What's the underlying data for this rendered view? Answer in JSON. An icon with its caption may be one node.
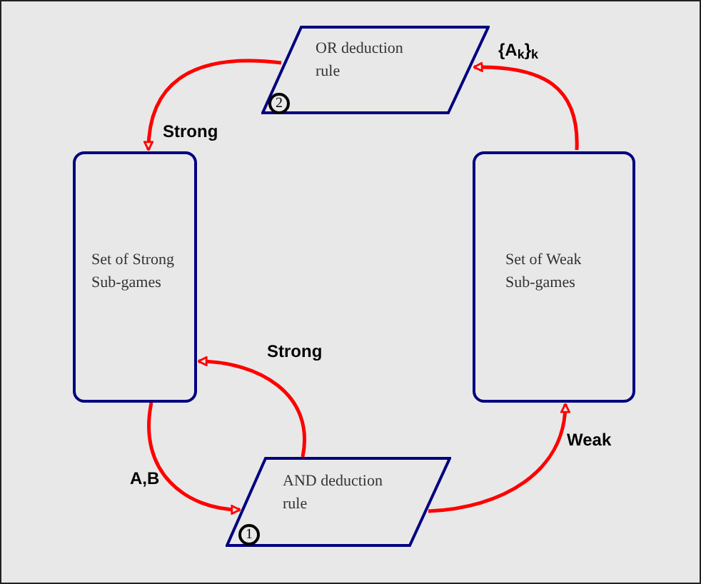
{
  "diagram": {
    "nodes": [
      {
        "text": [
          "OR deduction rule",
          "2"
        ]
      },
      {
        "text": [
          "Set of Strong Sub-games"
        ]
      },
      {
        "text": [
          "Set of Weak Sub-games"
        ]
      },
      {
        "text": [
          "AND deduction rule",
          "1"
        ]
      }
    ],
    "edges": [
      {
        "from": 0,
        "to": 1,
        "arrow": "to",
        "label": "Strong"
      },
      {
        "from": 2,
        "to": 0,
        "arrow": "to",
        "label": "{A$_{k}$}$_{k}$"
      },
      {
        "from": 1,
        "to": 3,
        "arrow": "to",
        "label": "A,B"
      },
      {
        "from": 3,
        "to": 1,
        "arrow": "to",
        "label": "Strong"
      },
      {
        "from": 3,
        "to": 2,
        "arrow": "to",
        "label": "Weak"
      }
    ]
  }
}
